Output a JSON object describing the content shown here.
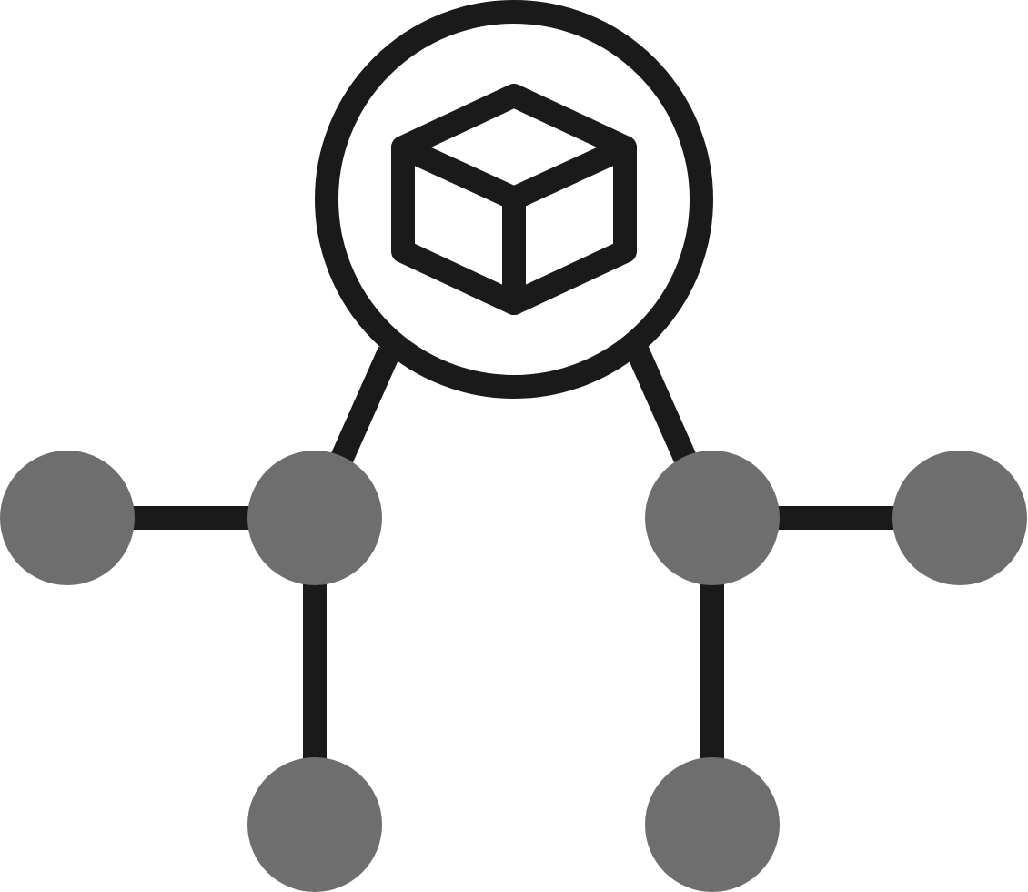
{
  "icon": {
    "name": "network-cube-icon",
    "colors": {
      "stroke": "#1a1a1a",
      "node_fill": "#6e6e6e",
      "background": "#ffffff"
    },
    "hub": {
      "name": "cube-icon",
      "shape": "circle-with-3d-box"
    },
    "nodes": [
      {
        "name": "left-junction-node"
      },
      {
        "name": "far-left-node"
      },
      {
        "name": "left-bottom-node"
      },
      {
        "name": "right-junction-node"
      },
      {
        "name": "far-right-node"
      },
      {
        "name": "right-bottom-node"
      }
    ]
  }
}
